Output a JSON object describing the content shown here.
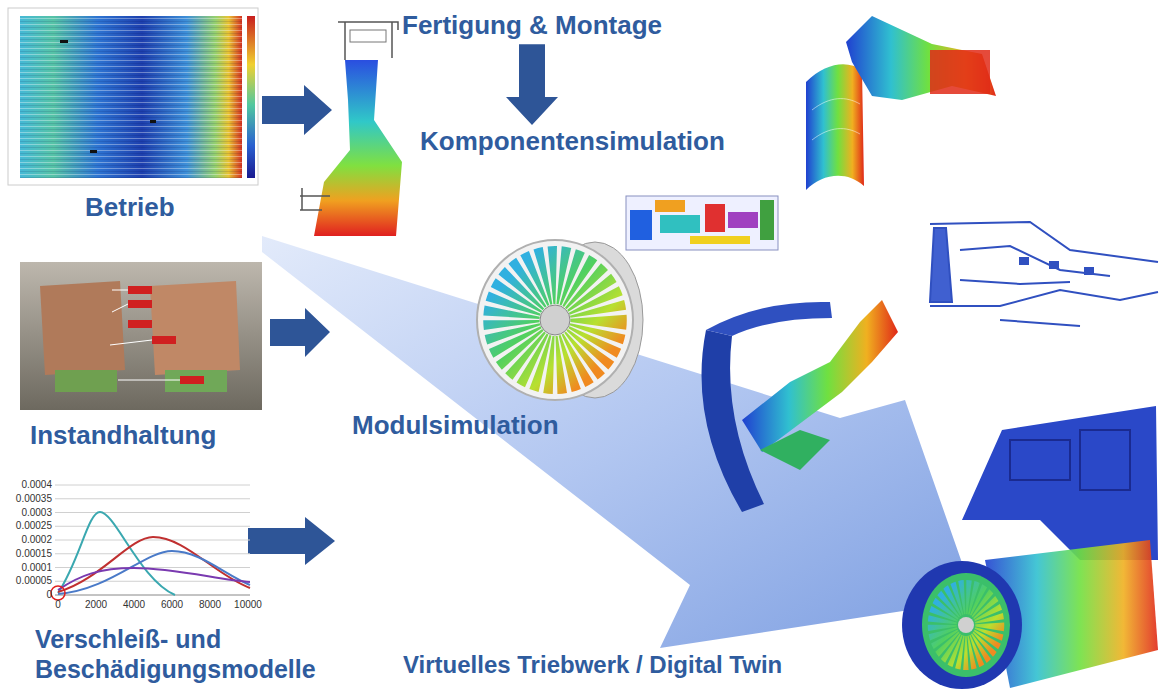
{
  "diagram": {
    "nodes": [
      {
        "text": [
          "Fertigung & Montage"
        ]
      },
      {
        "text": [
          "Komponentensimulation"
        ]
      },
      {
        "text": [
          "Betrieb"
        ]
      },
      {
        "text": [
          "Instandhaltung"
        ]
      },
      {
        "text": [
          "Modulsimulation"
        ]
      },
      {
        "text": [
          "Verschleiß- und Beschädigungsmodelle"
        ]
      },
      {
        "text": [
          "Virtuelles Triebwerk / Digital Twin"
        ]
      }
    ],
    "edges": [
      {
        "from": 0,
        "to": 1,
        "arrow": "to"
      }
    ],
    "labels": [
      "0.0004",
      "0.00035",
      "0.0003",
      "0.00025",
      "0.0002",
      "0.00015",
      "0.0001",
      "0.00005",
      "0",
      "0",
      "2000",
      "4000",
      "6000",
      "8000",
      "10000"
    ]
  }
}
